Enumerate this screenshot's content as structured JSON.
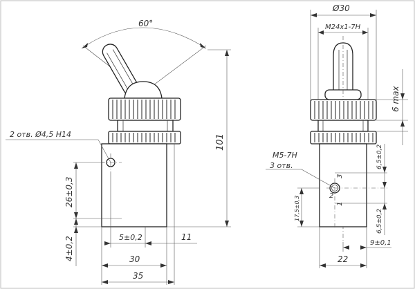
{
  "drawing": {
    "left": {
      "angle": "60°",
      "holes_note": "2 отв. Ø4,5 H14",
      "dim_total_height": "101",
      "dim_hole_spacing": "26±0,3",
      "dim_bottom_offset": "4±0,2",
      "dim_hole_x": "5±0,2",
      "dim_side": "11",
      "dim_width_30": "30",
      "dim_width_35": "35"
    },
    "right": {
      "dim_diameter": "Ø30",
      "thread": "M24x1-7H",
      "dim_max": "6 max",
      "port_thread": "M5-7H",
      "port_count": "3 отв.",
      "dim_upper_65": "6,5±0,2",
      "dim_lower_65": "6,5±0,2",
      "dim_175": "17,5±0,3",
      "dim_9": "9±0,1",
      "dim_22": "22",
      "port_1": "1",
      "port_2": "2",
      "port_3": "3"
    }
  }
}
